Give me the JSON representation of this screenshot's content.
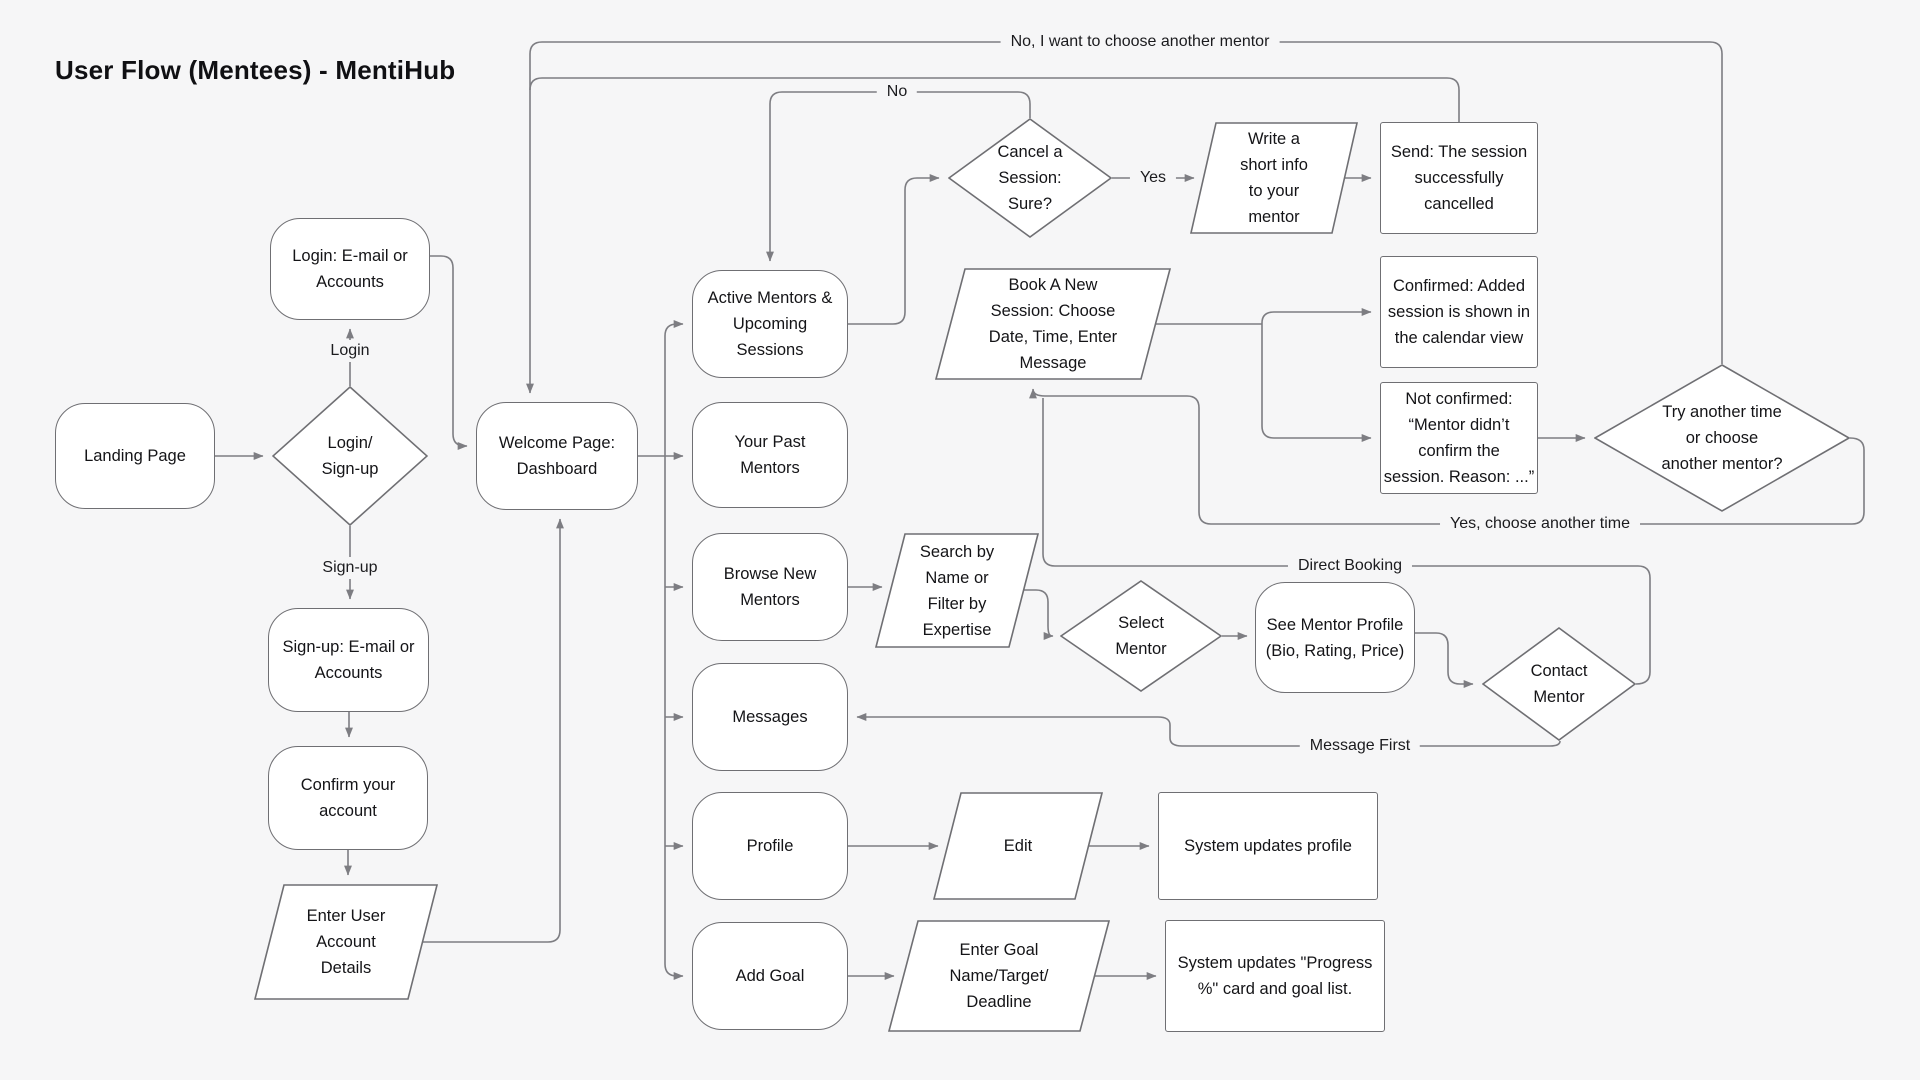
{
  "title": "User Flow (Mentees) - MentiHub",
  "colors": {
    "background": "#f6f6f7",
    "node_fill": "#ffffff",
    "node_border": "#6f6f73",
    "connector": "#7d7d82",
    "text": "#141417"
  },
  "nodes": {
    "landing": {
      "label": "Landing Page",
      "shape": "rounded"
    },
    "login_signup": {
      "label": "Login/\nSign-up",
      "shape": "diamond"
    },
    "login": {
      "label": "Login: E-mail or\nAccounts",
      "shape": "rounded"
    },
    "signup": {
      "label": "Sign-up: E-mail or\nAccounts",
      "shape": "rounded"
    },
    "confirm": {
      "label": "Confirm your\naccount",
      "shape": "rounded"
    },
    "enter_user": {
      "label": "Enter User\nAccount\nDetails",
      "shape": "parallelogram"
    },
    "welcome": {
      "label": "Welcome Page:\nDashboard",
      "shape": "rounded"
    },
    "active": {
      "label": "Active Mentors &\nUpcoming\nSessions",
      "shape": "rounded"
    },
    "past": {
      "label": "Your Past\nMentors",
      "shape": "rounded"
    },
    "browse": {
      "label": "Browse New\nMentors",
      "shape": "rounded"
    },
    "messages": {
      "label": "Messages",
      "shape": "rounded"
    },
    "profile": {
      "label": "Profile",
      "shape": "rounded"
    },
    "add_goal": {
      "label": "Add Goal",
      "shape": "rounded"
    },
    "cancel": {
      "label": "Cancel a\nSession:\nSure?",
      "shape": "diamond"
    },
    "write_info": {
      "label": "Write a\nshort info\nto your\nmentor",
      "shape": "parallelogram"
    },
    "send": {
      "label": "Send: The session\nsuccessfully\ncancelled",
      "shape": "rect"
    },
    "book": {
      "label": "Book A New\nSession: Choose\nDate, Time, Enter\nMessage",
      "shape": "parallelogram"
    },
    "confirmed": {
      "label": "Confirmed: Added\nsession is shown in\nthe calendar view",
      "shape": "rect"
    },
    "not_confirmed": {
      "label": "Not confirmed:\n“Mentor didn’t\nconfirm the\nsession. Reason: ...”",
      "shape": "rect"
    },
    "try_another": {
      "label": "Try another time\nor choose\nanother mentor?",
      "shape": "diamond"
    },
    "search": {
      "label": "Search by\nName or\nFilter by\nExpertise",
      "shape": "parallelogram"
    },
    "select": {
      "label": "Select\nMentor",
      "shape": "diamond"
    },
    "see_profile": {
      "label": "See Mentor Profile\n(Bio, Rating, Price)",
      "shape": "rounded"
    },
    "contact": {
      "label": "Contact\nMentor",
      "shape": "diamond"
    },
    "edit": {
      "label": "Edit",
      "shape": "parallelogram"
    },
    "sys_profile": {
      "label": "System updates profile",
      "shape": "rect"
    },
    "goal_input": {
      "label": "Enter Goal\nName/Target/\nDeadline",
      "shape": "parallelogram"
    },
    "sys_progress": {
      "label": "System updates \"Progress\n%\" card and goal list.",
      "shape": "rect"
    }
  },
  "edge_labels": {
    "login": "Login",
    "signup": "Sign-up",
    "no_top": "No, I want to choose another mentor",
    "no": "No",
    "yes": "Yes",
    "yes_choose": "Yes, choose another time",
    "direct_booking": "Direct Booking",
    "message_first": "Message First"
  }
}
